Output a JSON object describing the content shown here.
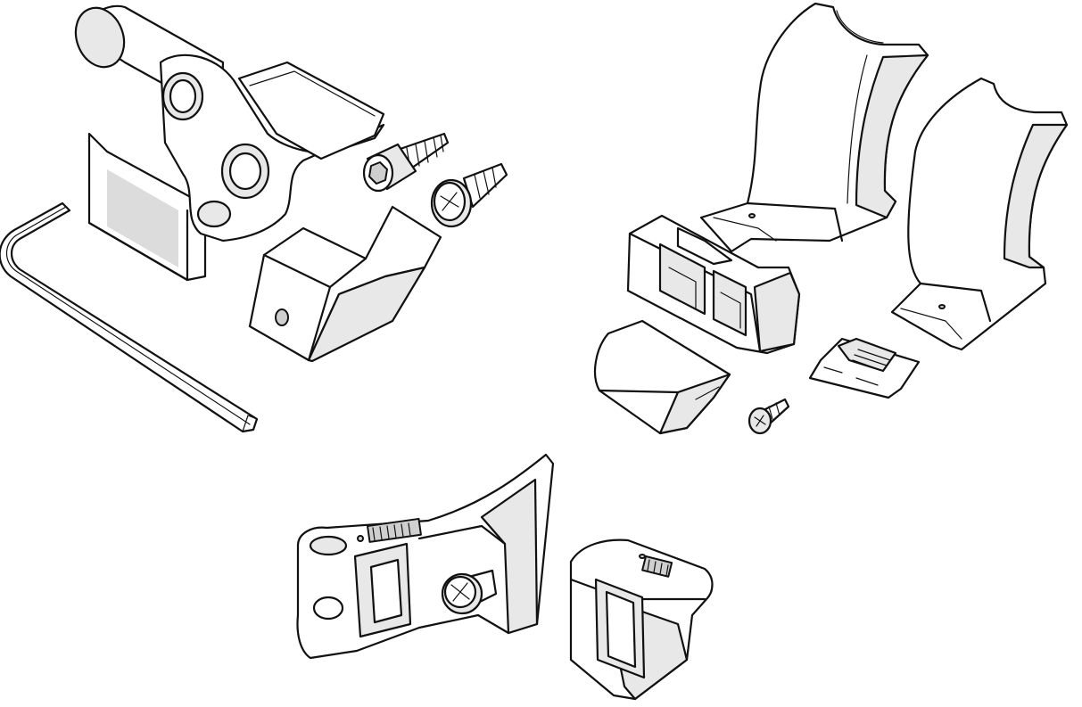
{
  "diagram": {
    "type": "exploded-parts-illustration",
    "background": "#ffffff",
    "line_color": "#111111",
    "shade_color": "#dcdcdc",
    "parts": [
      {
        "id": "hinge-bracket",
        "kind": "bracket"
      },
      {
        "id": "hex-key",
        "kind": "allen-wrench"
      },
      {
        "id": "socket-cap-screw",
        "kind": "screw"
      },
      {
        "id": "phillips-self-tapping-screw",
        "kind": "screw"
      },
      {
        "id": "lever-cap",
        "kind": "cap"
      },
      {
        "id": "clamp-jaw-left",
        "kind": "clamp"
      },
      {
        "id": "clamp-jaw-right",
        "kind": "clamp"
      },
      {
        "id": "slider-housing",
        "kind": "housing"
      },
      {
        "id": "end-cap",
        "kind": "cap"
      },
      {
        "id": "small-phillips-screw",
        "kind": "screw"
      },
      {
        "id": "ratchet-strap-clip",
        "kind": "clip"
      },
      {
        "id": "strap-lever-arm",
        "kind": "lever"
      },
      {
        "id": "ratchet-buckle-block",
        "kind": "buckle"
      }
    ]
  }
}
